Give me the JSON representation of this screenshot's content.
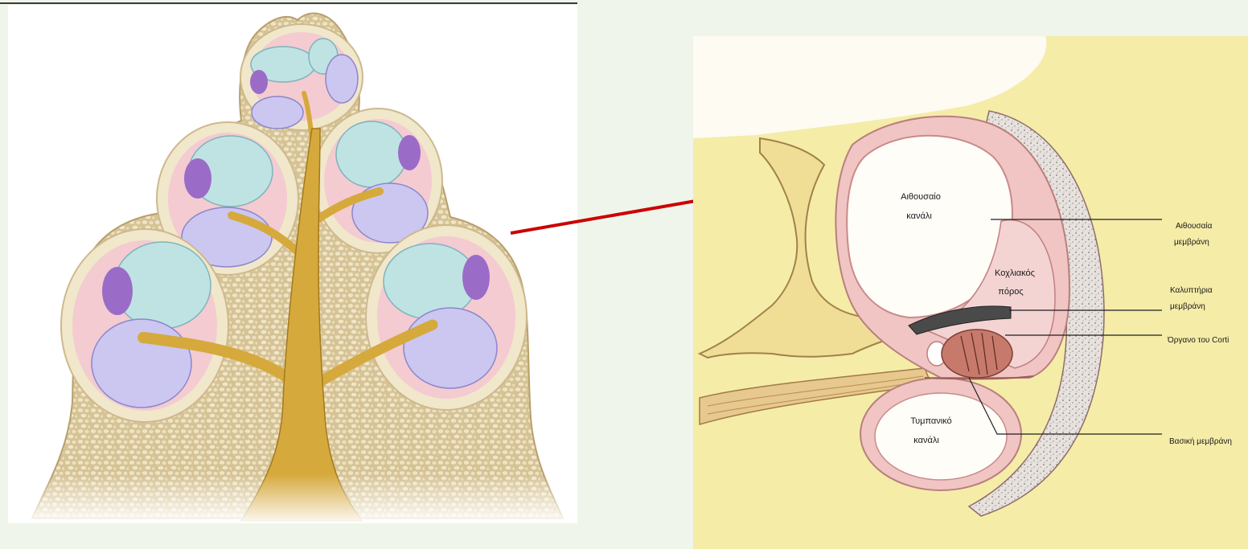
{
  "labels": {
    "scala_vestibuli": [
      "Αιθουσαίο",
      "κανάλι"
    ],
    "cochlear_duct": [
      "Κοχλιακός",
      "πόρος"
    ],
    "scala_tympani": [
      "Τυμπανικό",
      "κανάλι"
    ],
    "vestibular_membrane": [
      "Αιθουσαία",
      "μεμβράνη"
    ],
    "tectorial_membrane": [
      "Καλυπτήρια",
      "μεμβράνη"
    ],
    "organ_of_corti": "Όργανο του Corti",
    "basilar_membrane": "Βασική μεμβράνη"
  },
  "colors": {
    "background": "#eff5ea",
    "scala_vestibuli_blue": "#bfe3e3",
    "scala_tympani_lavender": "#cbc7f0",
    "cochlear_duct_purple": "#9b6bc8",
    "nerve_gold": "#d6a93c",
    "arrow_red": "#cc0000",
    "right_panel_yellow": "#f5eca8"
  }
}
